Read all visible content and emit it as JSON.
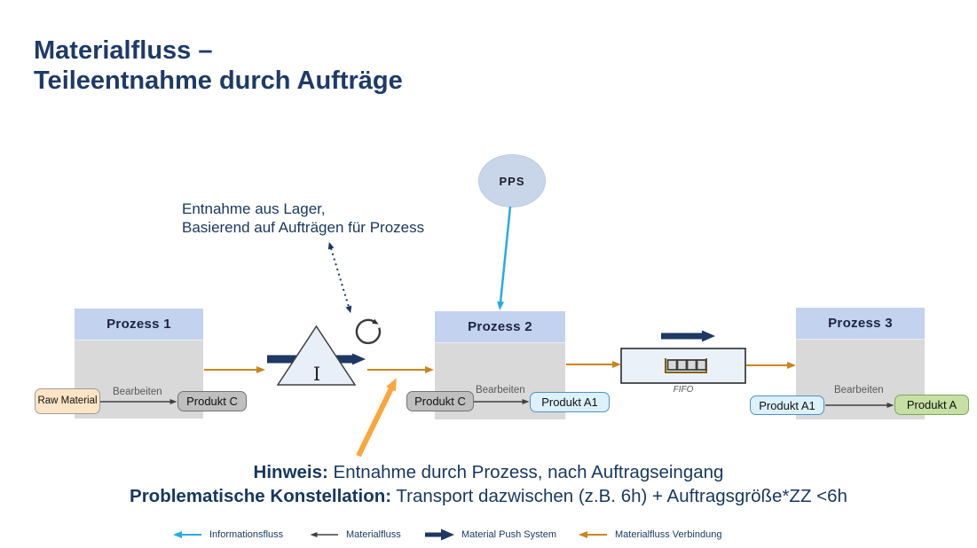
{
  "title": {
    "line1": "Materialfluss –",
    "line2": "Teileentnahme durch Aufträge"
  },
  "annotation": {
    "line1": "Entnahme aus Lager,",
    "line2": "Basierend auf Aufträgen für Prozess"
  },
  "pps": {
    "label": "PPS"
  },
  "inventory": {
    "label": "I"
  },
  "fifo": {
    "label": "FIFO"
  },
  "processes": [
    {
      "title": "Prozess 1",
      "input": "Raw Material",
      "action": "Bearbeiten",
      "output": "Produkt C"
    },
    {
      "title": "Prozess 2",
      "input": "Produkt C",
      "action": "Bearbeiten",
      "output": "Produkt A1"
    },
    {
      "title": "Prozess 3",
      "input": "Produkt A1",
      "action": "Bearbeiten",
      "output": "Produkt A"
    }
  ],
  "note": {
    "line1_bold": "Hinweis:",
    "line1_rest": " Entnahme durch Prozess, nach Auftragseingang",
    "line2_bold": "Problematische Konstellation:",
    "line2_rest": " Transport dazwischen (z.B. 6h) + Auftragsgröße*ZZ <6h"
  },
  "legend": [
    {
      "label": "Informationsfluss",
      "color": "#29ABE2"
    },
    {
      "label": "Materialfluss",
      "color": "#404040"
    },
    {
      "label": "Material Push System",
      "color": "#1F3864"
    },
    {
      "label": "Materialfluss Verbindung",
      "color": "#C8861E"
    }
  ],
  "colors": {
    "title_navy": "#1E3A68",
    "process_header": "#C3D2EE",
    "process_body": "#D9D9D9",
    "info_flow": "#29ABE2",
    "material_flow": "#404040",
    "push_flow": "#1F3864",
    "connection_flow": "#C8861E",
    "callout_orange": "#F9A63C",
    "chip_raw": "#FCE5C6",
    "chip_gray": "#BFBFBF",
    "chip_blue": "#DCF1FB",
    "chip_green": "#C6E0A4"
  }
}
